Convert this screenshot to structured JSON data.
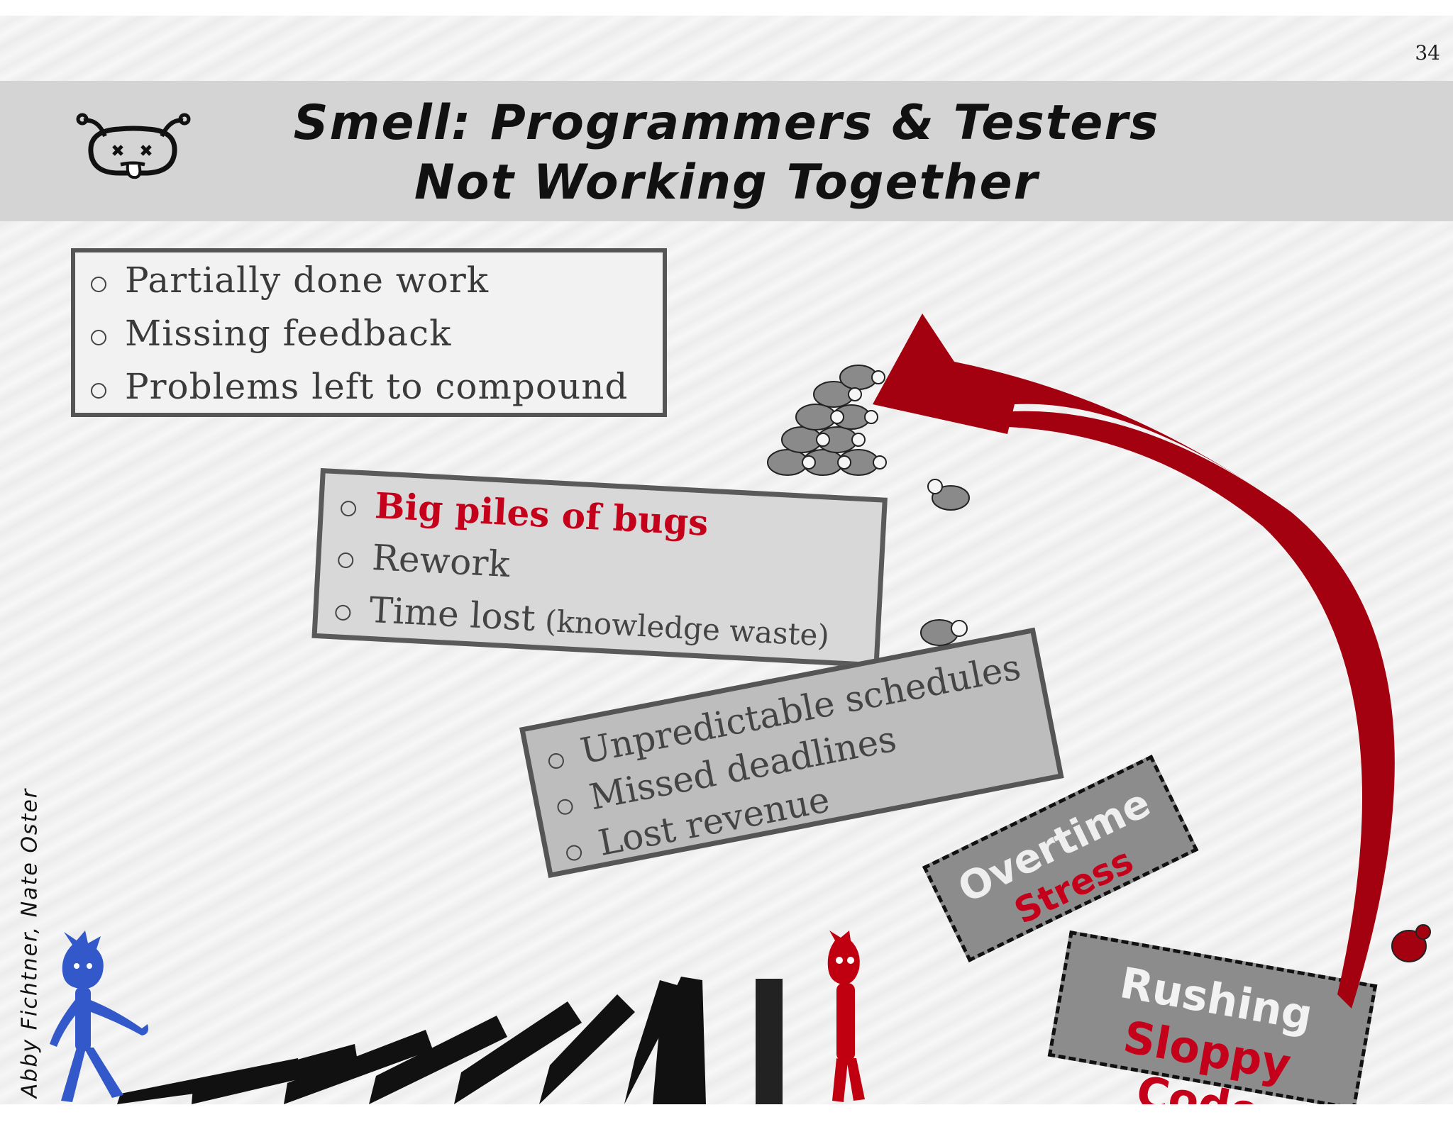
{
  "slide": {
    "number": "34",
    "title_line1": "Smell: Programmers & Testers",
    "title_line2": "Not Working Together",
    "authors": "Abby Fichtner, Nate Oster"
  },
  "box1": {
    "items": [
      "Partially done work",
      "Missing feedback",
      "Problems left to compound"
    ]
  },
  "box2": {
    "item1": "Big piles of bugs",
    "item2": "Rework",
    "item3_main": "Time lost",
    "item3_note": "(knowledge waste)"
  },
  "box3": {
    "items": [
      "Unpredictable schedules",
      "Missed deadlines",
      "Lost revenue"
    ]
  },
  "box4": {
    "line1": "Overtime",
    "line2": "Stress"
  },
  "box5": {
    "line1": "Rushing",
    "line2": "Sloppy Code"
  },
  "colors": {
    "accent_red": "#c4001a",
    "arrow_red": "#a30010",
    "programmer_blue": "#3358c9",
    "tester_red": "#c00010"
  },
  "icons": [
    "sick-face-icon",
    "ladybug-icon",
    "curved-arrow-icon",
    "programmer-figure",
    "tester-figure",
    "falling-dominoes"
  ]
}
